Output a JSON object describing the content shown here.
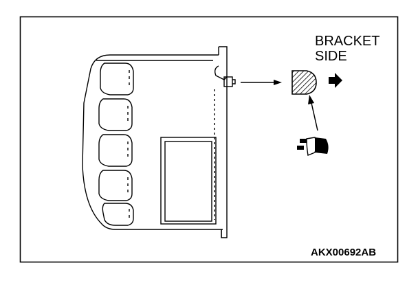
{
  "labels": {
    "bracket_line1": "BRACKET",
    "bracket_line2": "SIDE",
    "figure_code": "AKX00692AB"
  },
  "colors": {
    "ink": "#000000",
    "paper": "#ffffff"
  },
  "icons": {
    "direction_arrow": "bold-right-arrow-icon",
    "hatched_part": "hatched-cap-icon",
    "pointer_arrow": "thin-arrow-icon"
  }
}
